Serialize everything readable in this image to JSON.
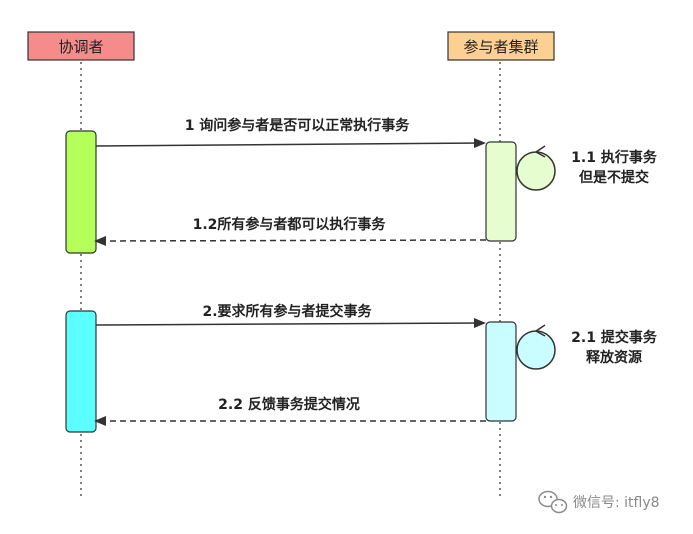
{
  "participants": {
    "coordinator": {
      "label": "协调者",
      "fill": "#f58b8b"
    },
    "cohort": {
      "label": "参与者集群",
      "fill": "#fccf92"
    }
  },
  "phase1": {
    "request": "1 询问参与者是否可以正常执行事务",
    "self_action_line1": "1.1 执行事务",
    "self_action_line2": "但是不提交",
    "response": "1.2所有参与者都可以执行事务",
    "coordinator_bar_fill": "#b5ff5b",
    "cohort_bar_fill": "#e6fdcf",
    "loop_fill": "#e6fdcf"
  },
  "phase2": {
    "request": "2.要求所有参与者提交事务",
    "self_action_line1": "2.1 提交事务",
    "self_action_line2": "释放资源",
    "response": "2.2 反馈事务提交情况",
    "coordinator_bar_fill": "#5cffff",
    "cohort_bar_fill": "#c9fdff",
    "loop_fill": "#c9fdff"
  },
  "watermark": {
    "text": "微信号: itfly8",
    "icon": "wechat-icon"
  },
  "colors": {
    "line": "#333333",
    "lifeline": "#555555",
    "border": "#333333",
    "watermark": "#8a8a8a"
  }
}
